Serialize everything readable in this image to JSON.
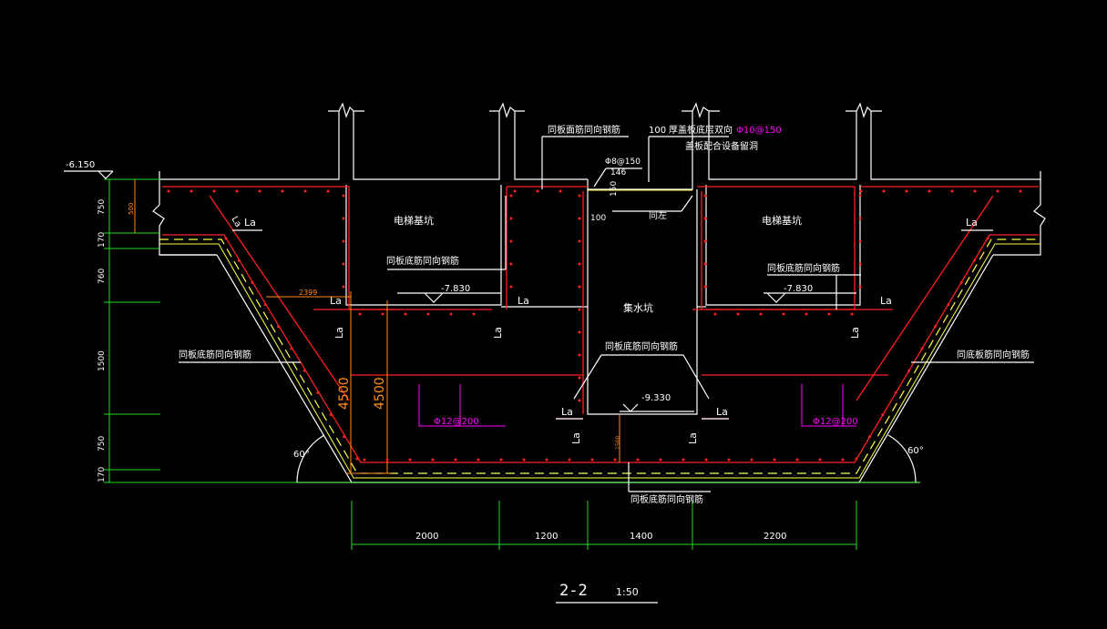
{
  "labels": {
    "elevation_top": "-6.150",
    "elev_1": "-7.830",
    "elev_2": "-7.830",
    "elev_3": "-9.330",
    "pit_left": "电梯基坑",
    "pit_right": "电梯基坑",
    "sump": "集水坑",
    "note_top_left": "同板面筋同向钢筋",
    "note_100": "100",
    "note_cover": "厚盖板底层双向",
    "note_cover_rebar": "Φ10@150",
    "note_cover_2": "盖板配合设备留洞",
    "note_phi8": "Φ8@150",
    "note_146": "146",
    "note_150": "150",
    "note_100b": "100",
    "note_same": "同左",
    "note_mid_left": "同板底筋同向钢筋",
    "note_mid_right": "同板底筋同向钢筋",
    "note_sump": "同板底筋同向钢筋",
    "note_slope_left": "同板底筋同向钢筋",
    "note_slope_right": "同底板筋同向钢筋",
    "note_bottom": "同板底筋同向钢筋",
    "rebar_left": "Φ12@200",
    "rebar_right": "Φ12@200",
    "angle_left": "60°",
    "angle_right": "60°",
    "dim_2399": "2399",
    "dim_500": "500",
    "dim_1500": "1500",
    "dim_4500a": "4500",
    "dim_4500b": "4500",
    "la": "La"
  },
  "left_dims": [
    "750",
    "170",
    "760",
    "1500",
    "750",
    "170"
  ],
  "bottom_dims": [
    "2000",
    "1200",
    "1400",
    "2200"
  ],
  "title": {
    "section": "2-2",
    "scale": "1:50"
  },
  "colors": {
    "background": "#000000",
    "outline": "#ffffff",
    "rebar": "#ff2020",
    "dimension": "#22dd22",
    "annotation": "#ff00ff",
    "extra_dim": "#ff8c1a",
    "waterproof": "#ffff40"
  }
}
